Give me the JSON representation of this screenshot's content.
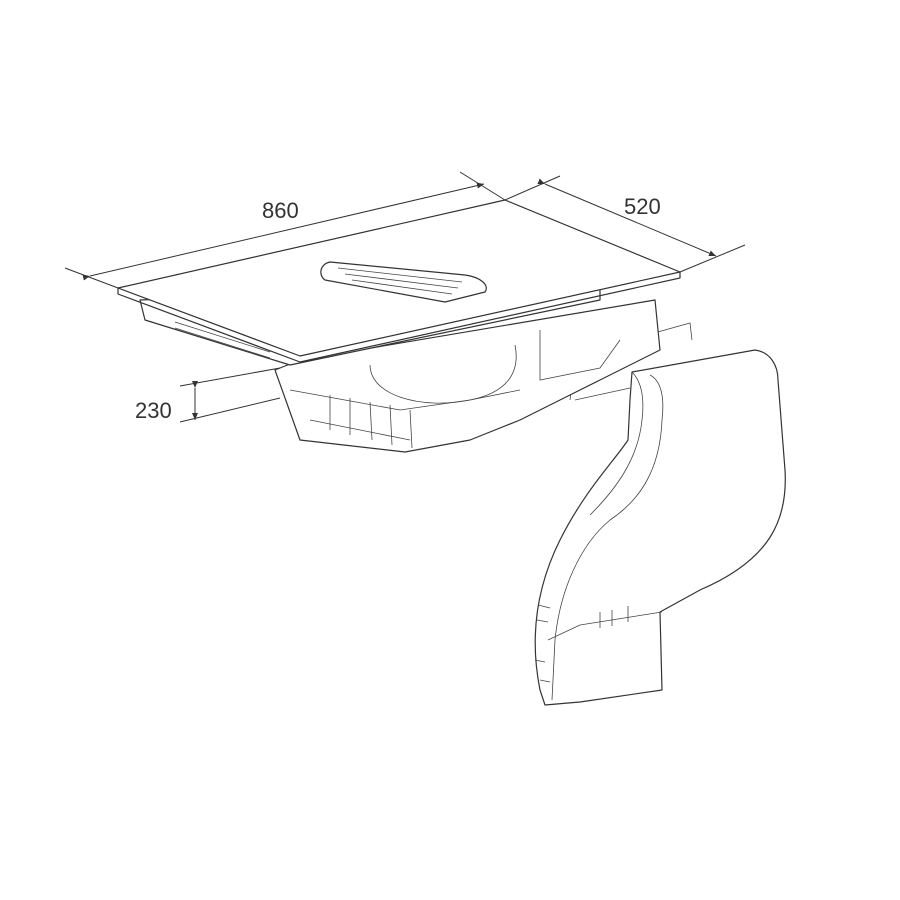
{
  "dimensions": {
    "width": "860",
    "depth": "520",
    "height": "230"
  }
}
